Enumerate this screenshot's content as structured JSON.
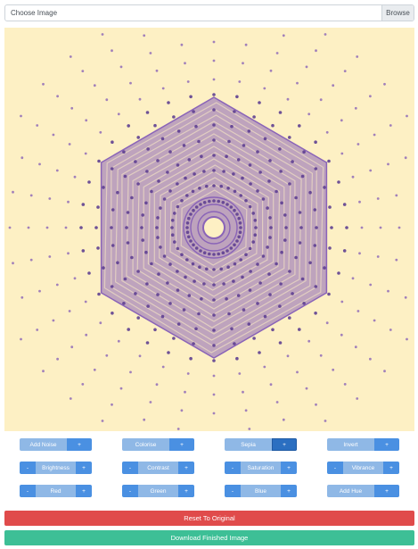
{
  "file_input": {
    "label": "Choose Image",
    "browse_label": "Browse"
  },
  "filters": {
    "row1": [
      {
        "label": "Add Noise",
        "plus": "+"
      },
      {
        "label": "Colorise",
        "plus": "+"
      },
      {
        "label": "Sepia",
        "plus": "+"
      },
      {
        "label": "Invert",
        "plus": "+"
      }
    ],
    "row2": [
      {
        "minus": "-",
        "label": "Brightness",
        "plus": "+"
      },
      {
        "minus": "-",
        "label": "Contrast",
        "plus": "+"
      },
      {
        "minus": "-",
        "label": "Saturation",
        "plus": "+"
      },
      {
        "minus": "-",
        "label": "Vibrance",
        "plus": "+"
      }
    ],
    "row3": [
      {
        "minus": "-",
        "label": "Red",
        "plus": "+"
      },
      {
        "minus": "-",
        "label": "Green",
        "plus": "+"
      },
      {
        "minus": "-",
        "label": "Blue",
        "plus": "+"
      },
      {
        "label": "Add Hue",
        "plus": "+"
      }
    ]
  },
  "actions": {
    "reset_label": "Reset To Original",
    "download_label": "Download Finished Image"
  },
  "colors": {
    "canvas_bg": "#fdf0c4",
    "pattern": "#8a64b8",
    "primary": "#4a90e2",
    "primary_light": "#8fb8e6",
    "danger": "#e04b4b",
    "success": "#3dbf96"
  }
}
